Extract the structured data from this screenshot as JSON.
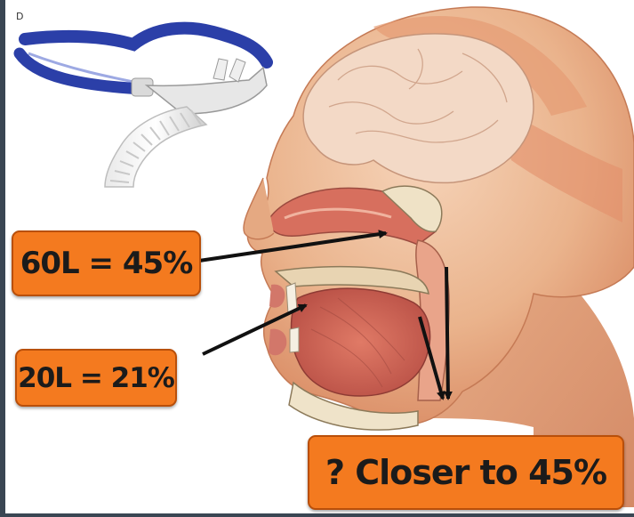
{
  "figure": {
    "panel_letter": "D",
    "callouts": {
      "high_flow": "60L = 45%",
      "low_flow": "20L = 21%",
      "question": "? Closer to 45%"
    }
  },
  "colors": {
    "callout_fill": "#f47a1f",
    "callout_border": "#b94f0a",
    "strap_blue": "#2b3fa8",
    "skin": "#e8b38e",
    "muscle": "#d9805f"
  },
  "icons": [
    "nasal-cannula-device",
    "head-sagittal-section"
  ]
}
